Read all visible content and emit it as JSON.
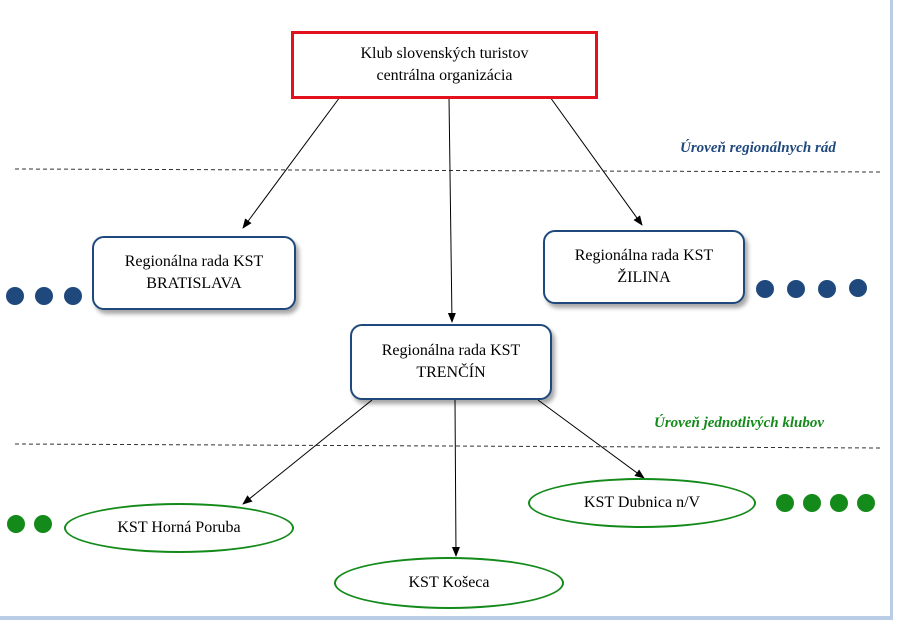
{
  "root": {
    "line1": "Klub slovenských turistov",
    "line2": "centrálna organizácia"
  },
  "levels": {
    "regional": "Úroveň regionálnych rád",
    "clubs": "Úroveň jednotlivých klubov"
  },
  "regions": {
    "bratislava": {
      "line1": "Regionálna rada KST",
      "line2": "BRATISLAVA"
    },
    "zilina": {
      "line1": "Regionálna rada KST",
      "line2": "ŽILINA"
    },
    "trencin": {
      "line1": "Regionálna rada KST",
      "line2": "TRENČÍN"
    }
  },
  "clubs": {
    "horna_poruba": "KST Horná Poruba",
    "koseca": "KST Košeca",
    "dubnica": "KST Dubnica n/V"
  },
  "colors": {
    "root_border": "#e3111d",
    "region_border": "#1f497d",
    "club_border": "#138a1a"
  }
}
